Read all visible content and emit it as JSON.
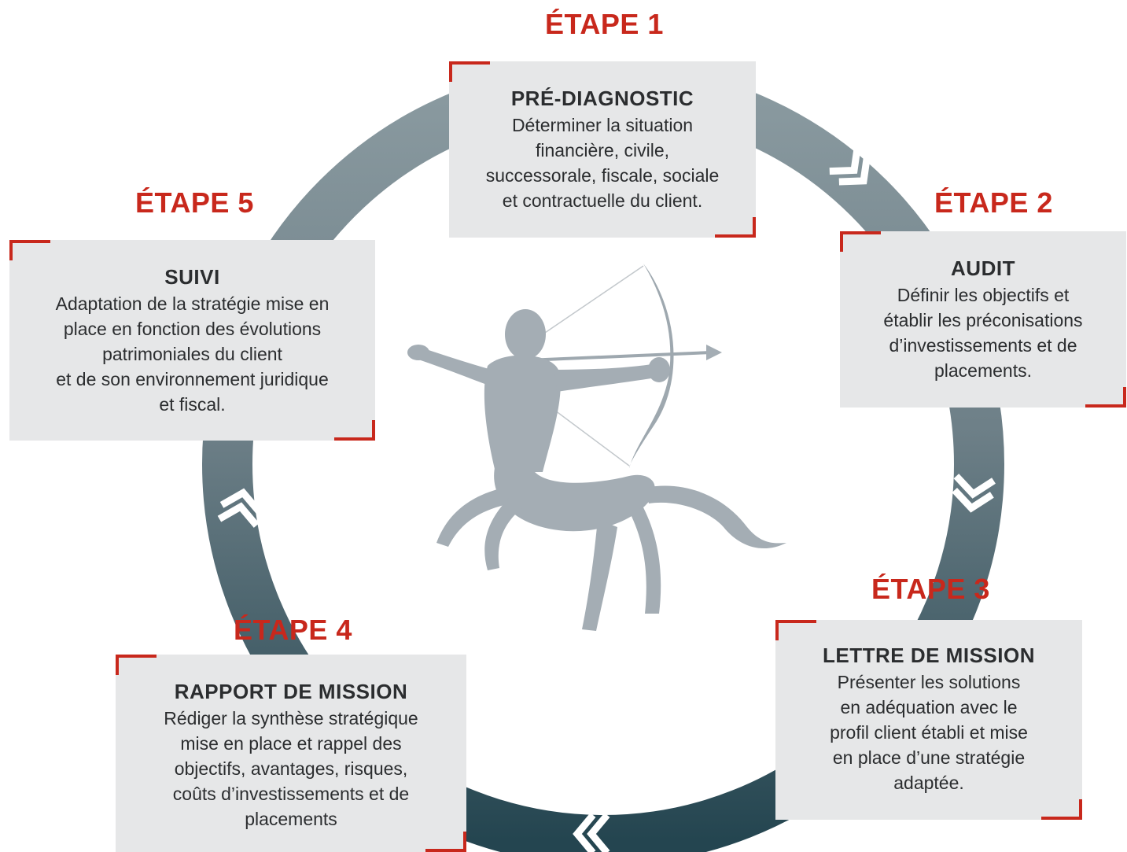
{
  "colors": {
    "accent": "#c8281c",
    "card_bg": "#e6e7e8",
    "ring_light": "#7e8f96",
    "ring_dark": "#2a4a56",
    "figure": "#a4adb4"
  },
  "icons": [
    "centaur-archer-icon",
    "chevron-arrow-icon"
  ],
  "steps": [
    {
      "label": "ÉTAPE 1",
      "title": "PRÉ-DIAGNOSTIC",
      "description": "Déterminer la situation\nfinancière, civile,\nsuccessorale, fiscale, sociale\net contractuelle du client."
    },
    {
      "label": "ÉTAPE 2",
      "title": "AUDIT",
      "description": "Définir les objectifs et\nétablir les préconisations\nd’investissements et de\nplacements."
    },
    {
      "label": "ÉTAPE 3",
      "title": "LETTRE DE MISSION",
      "description": "Présenter les solutions\nen adéquation avec le\nprofil client établi et mise\nen place d’une stratégie\nadaptée."
    },
    {
      "label": "ÉTAPE 4",
      "title": "RAPPORT DE MISSION",
      "description": "Rédiger la synthèse stratégique\nmise en place et rappel des\nobjectifs, avantages, risques,\ncoûts d’investissements et de\nplacements"
    },
    {
      "label": "ÉTAPE 5",
      "title": "SUIVI",
      "description": "Adaptation de la stratégie mise en\nplace en fonction des évolutions\npatrimoniales du client\net de son environnement juridique\net fiscal."
    }
  ]
}
